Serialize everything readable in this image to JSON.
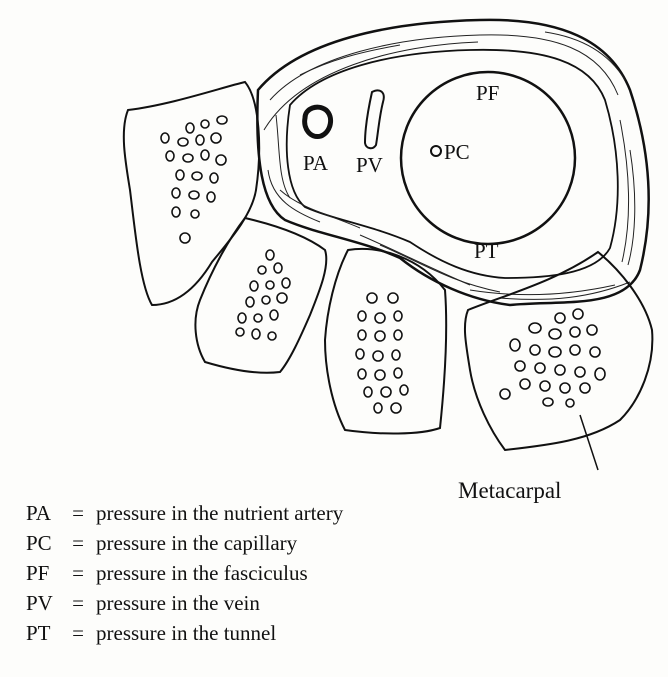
{
  "labels": {
    "pa": "PA",
    "pv": "PV",
    "pc": "PC",
    "pf": "PF",
    "pt": "PT",
    "metacarpal": "Metacarpal"
  },
  "legend": [
    {
      "abbr": "PA",
      "eq": "=",
      "def": "pressure in the nutrient artery"
    },
    {
      "abbr": "PC",
      "eq": "=",
      "def": "pressure in the capillary"
    },
    {
      "abbr": "PF",
      "eq": "=",
      "def": "pressure in the fasciculus"
    },
    {
      "abbr": "PV",
      "eq": "=",
      "def": "pressure in the vein"
    },
    {
      "abbr": "PT",
      "eq": "=",
      "def": "pressure in the tunnel"
    }
  ]
}
